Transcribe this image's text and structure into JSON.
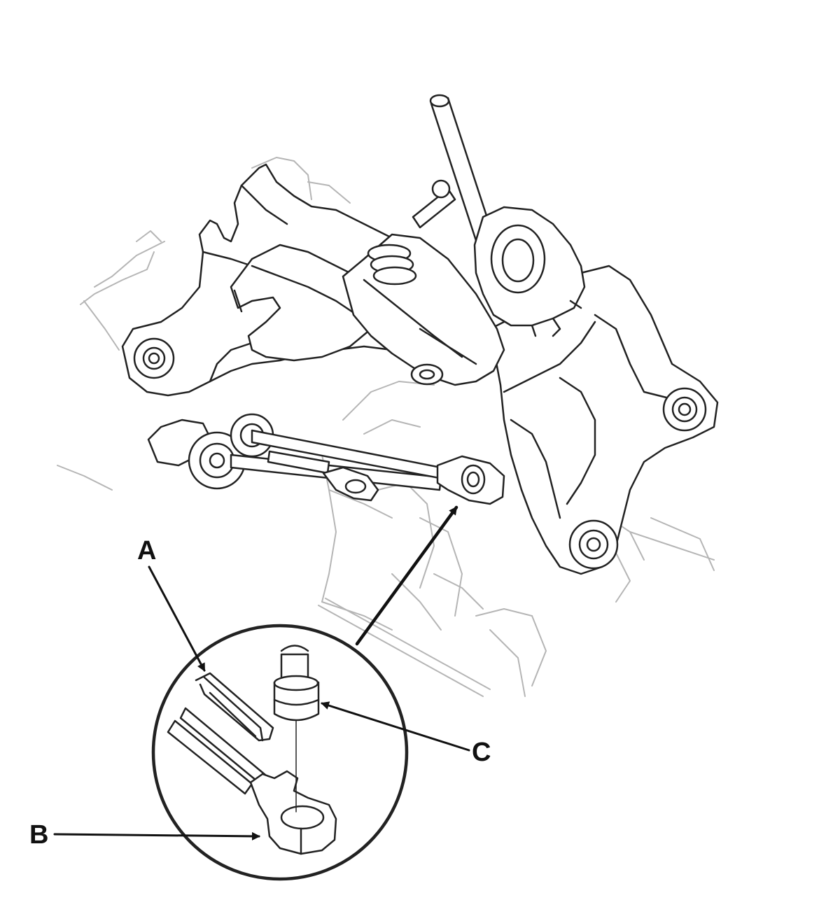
{
  "callouts": {
    "a": "A",
    "b": "B",
    "c": "C"
  },
  "colors": {
    "line": "#222222",
    "faint": "#b5b5b5",
    "background": "#ffffff"
  }
}
